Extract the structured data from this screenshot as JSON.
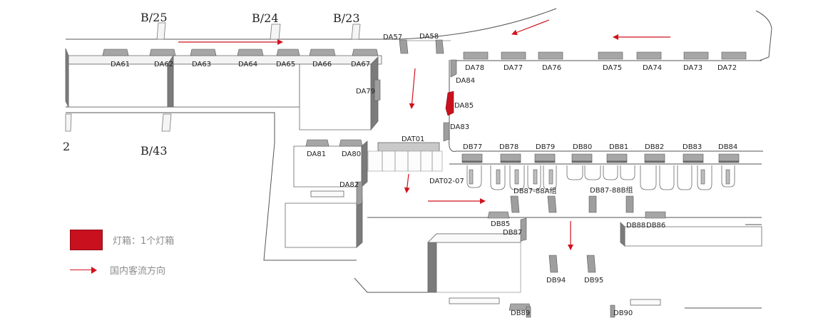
{
  "gates": {
    "b25": "B/25",
    "b24": "B/24",
    "b23": "B/23",
    "b43": "B/43",
    "partial": "2"
  },
  "labels": {
    "da57": "DA57",
    "da58": "DA58",
    "da61": "DA61",
    "da62": "DA62",
    "da63": "DA63",
    "da64": "DA64",
    "da65": "DA65",
    "da66": "DA66",
    "da67": "DA67",
    "da78": "DA78",
    "da77": "DA77",
    "da76": "DA76",
    "da75": "DA75",
    "da74": "DA74",
    "da73": "DA73",
    "da72": "DA72",
    "da84": "DA84",
    "da79": "DA79",
    "da85": "DA85",
    "da83": "DA83",
    "dat01": "DAT01",
    "dat02_07": "DAT02-07",
    "da81": "DA81",
    "da80": "DA80",
    "da82": "DA82",
    "db77": "DB77",
    "db78": "DB78",
    "db79": "DB79",
    "db80": "DB80",
    "db81": "DB81",
    "db82": "DB82",
    "db83": "DB83",
    "db84": "DB84",
    "db87_88a": "DB87-88A组",
    "db87_88b": "DB87-88B组",
    "db85": "DB85",
    "db87": "DB87",
    "db88": "DB88",
    "db86": "DB86",
    "db94": "DB94",
    "db95": "DB95",
    "db89": "DB89",
    "db90": "DB90"
  },
  "legend": {
    "lightbox": "灯箱：1个灯箱",
    "flow": "国内客流方向"
  },
  "colors": {
    "highlight": "#c8101e",
    "arrow": "#d0131e",
    "block_top": "#a6a6a6",
    "block_side": "#6e6e6e"
  }
}
